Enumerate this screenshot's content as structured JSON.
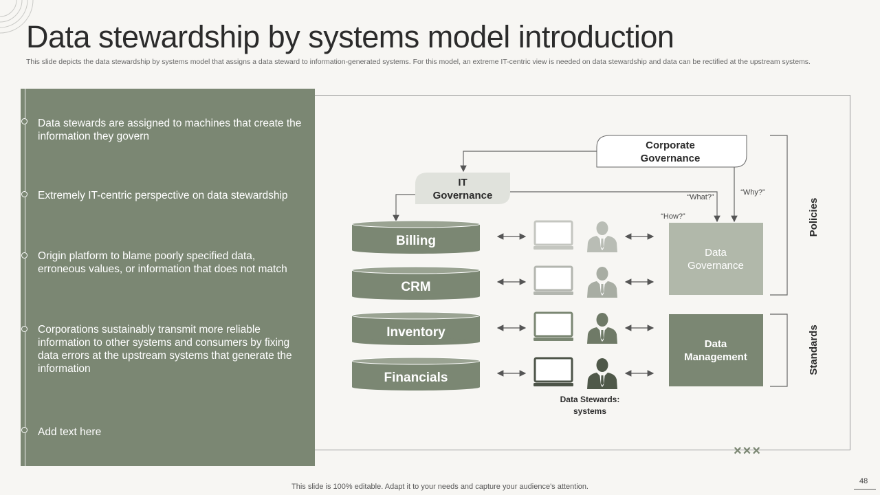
{
  "header": {
    "title": "Data stewardship by systems model introduction",
    "subtitle": "This slide depicts the data stewardship by systems model that assigns a data steward to information-generated systems. For this model, an extreme IT-centric view is needed on data stewardship and data can be rectified at the upstream systems."
  },
  "left_panel": {
    "bullets": [
      "Data stewards are assigned to machines that create the information they govern",
      "Extremely IT-centric  perspective on data stewardship",
      "Origin platform to blame poorly specified data, erroneous values, or information that does not match",
      "Corporations sustainably transmit more reliable information to other systems and consumers by fixing data errors at the upstream systems that generate the information",
      "Add text here"
    ]
  },
  "diagram": {
    "corporate_governance": [
      "Corporate",
      "Governance"
    ],
    "it_governance": [
      "IT",
      "Governance"
    ],
    "systems": [
      "Billing",
      "CRM",
      "Inventory",
      "Financials"
    ],
    "data_governance": [
      "Data",
      "Governance"
    ],
    "data_management": [
      "Data",
      "Management"
    ],
    "what_label": "“What?”",
    "why_label": "“Why?”",
    "how_label": "“How?”",
    "policies_label": "Policies",
    "standards_label": "Standards",
    "stewards_caption": [
      "Data Stewards:",
      "systems"
    ],
    "colors": {
      "panel": "#7b8773",
      "cylinder": "#7b8773",
      "data_governance": "#b1b8aa",
      "data_management": "#7b8773",
      "person_light": "#b9bdb5",
      "person_dark": "#6f7a67"
    }
  },
  "footer": {
    "note": "This slide is 100% editable. Adapt it to your needs and capture your audience's attention.",
    "page_number": "48",
    "marks": "×××"
  }
}
